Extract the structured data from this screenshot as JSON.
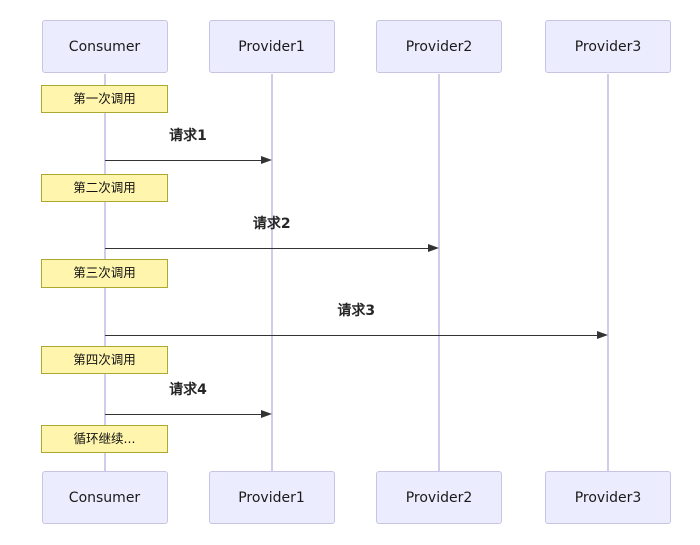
{
  "diagram": {
    "type": "sequence-diagram",
    "actors": [
      {
        "name": "Consumer"
      },
      {
        "name": "Provider1"
      },
      {
        "name": "Provider2"
      },
      {
        "name": "Provider3"
      }
    ],
    "notes": [
      {
        "text": "第一次调用"
      },
      {
        "text": "第二次调用"
      },
      {
        "text": "第三次调用"
      },
      {
        "text": "第四次调用"
      },
      {
        "text": "循环继续..."
      }
    ],
    "messages": [
      {
        "label": "请求1",
        "from": "Consumer",
        "to": "Provider1",
        "arrow": "solid"
      },
      {
        "label": "请求2",
        "from": "Consumer",
        "to": "Provider2",
        "arrow": "solid"
      },
      {
        "label": "请求3",
        "from": "Consumer",
        "to": "Provider3",
        "arrow": "solid"
      },
      {
        "label": "请求4",
        "from": "Consumer",
        "to": "Provider1",
        "arrow": "solid"
      }
    ],
    "colors": {
      "actor_fill": "#ECECFF",
      "actor_border": "#c8c4e4",
      "note_fill": "#FFF5AD",
      "note_border": "#AAAA33",
      "lifeline": "#d2ccec",
      "arrow": "#333333",
      "text": "#1a1a1a",
      "background": "#ffffff"
    }
  }
}
